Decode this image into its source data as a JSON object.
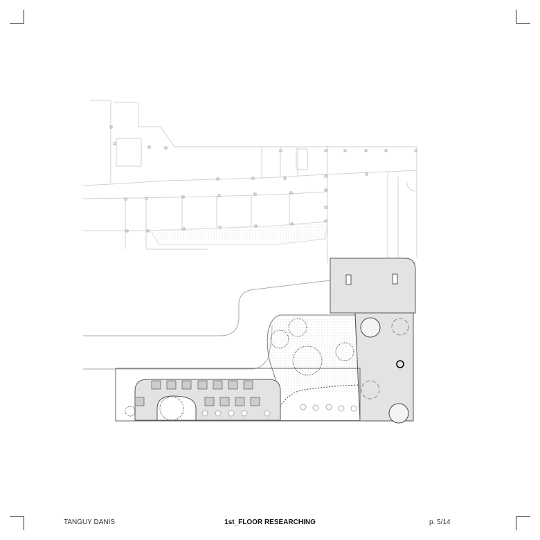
{
  "footer": {
    "author": "TANGUY DANIS",
    "title": "1st_FLOOR RESEARCHING",
    "page": "p. 5/14"
  },
  "colors": {
    "line_light": "#cfcfcf",
    "line_dark": "#555555",
    "fill_gray": "#e2e2e2",
    "tree": "#333333"
  }
}
